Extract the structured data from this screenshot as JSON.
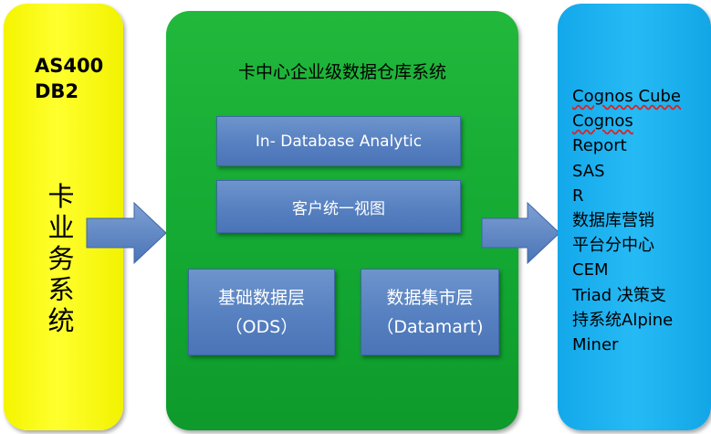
{
  "left": {
    "header_lines": [
      "AS400",
      "DB2"
    ],
    "vertical_label": [
      "卡",
      "业",
      "务",
      "系",
      "统"
    ]
  },
  "center": {
    "title": "卡中心企业级数据仓库系统",
    "analytic_box": "In- Database Analytic",
    "unified_view_box": "客户统一视图",
    "ods_box": {
      "line1": "基础数据层",
      "line2": "（ODS）"
    },
    "datamart_box": {
      "line1": "数据集市层",
      "line2": "（Datamart)"
    }
  },
  "right": {
    "items": [
      "Cognos Cube",
      "Cognos",
      "Report",
      "SAS",
      "R",
      "数据库营销",
      "平台分中心",
      "CEM",
      "Triad 决策支",
      "持系统Alpine",
      "Miner"
    ]
  },
  "colors": {
    "left_panel": "#f7f700",
    "center_panel": "#14ab34",
    "right_panel": "#1ab0ee",
    "box_fill": "#5680c0",
    "arrow_fill": "#5a82c2"
  }
}
